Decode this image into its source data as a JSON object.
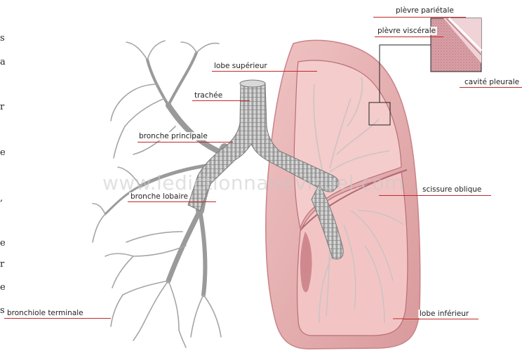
{
  "labels": {
    "plevre_parietale": "plèvre pariétale",
    "plevre_viscerale": "plèvre viscérale",
    "cavite_pleurale": "cavité pleurale",
    "lobe_superieur": "lobe supérieur",
    "trachee": "trachée",
    "bronche_principale": "bronche principale",
    "bronche_lobaire": "bronche lobaire",
    "scissure_oblique": "scissure oblique",
    "bronchiole_terminale": "bronchiole terminale",
    "lobe_inferieur": "lobe inférieur"
  },
  "watermark": "www.ledictionnairevisuel.com",
  "margin_glyphs": [
    "s",
    "a",
    "r",
    "e",
    ",",
    "e",
    "r",
    "e",
    "s"
  ],
  "colors": {
    "leader": "#c0292b",
    "lung_fill": "#e9b3b4",
    "lung_inner": "#f2c7c6",
    "lung_edge": "#d58f92",
    "bronchi": "#c9c9c9",
    "bronchi_dark": "#8f8f8f"
  }
}
